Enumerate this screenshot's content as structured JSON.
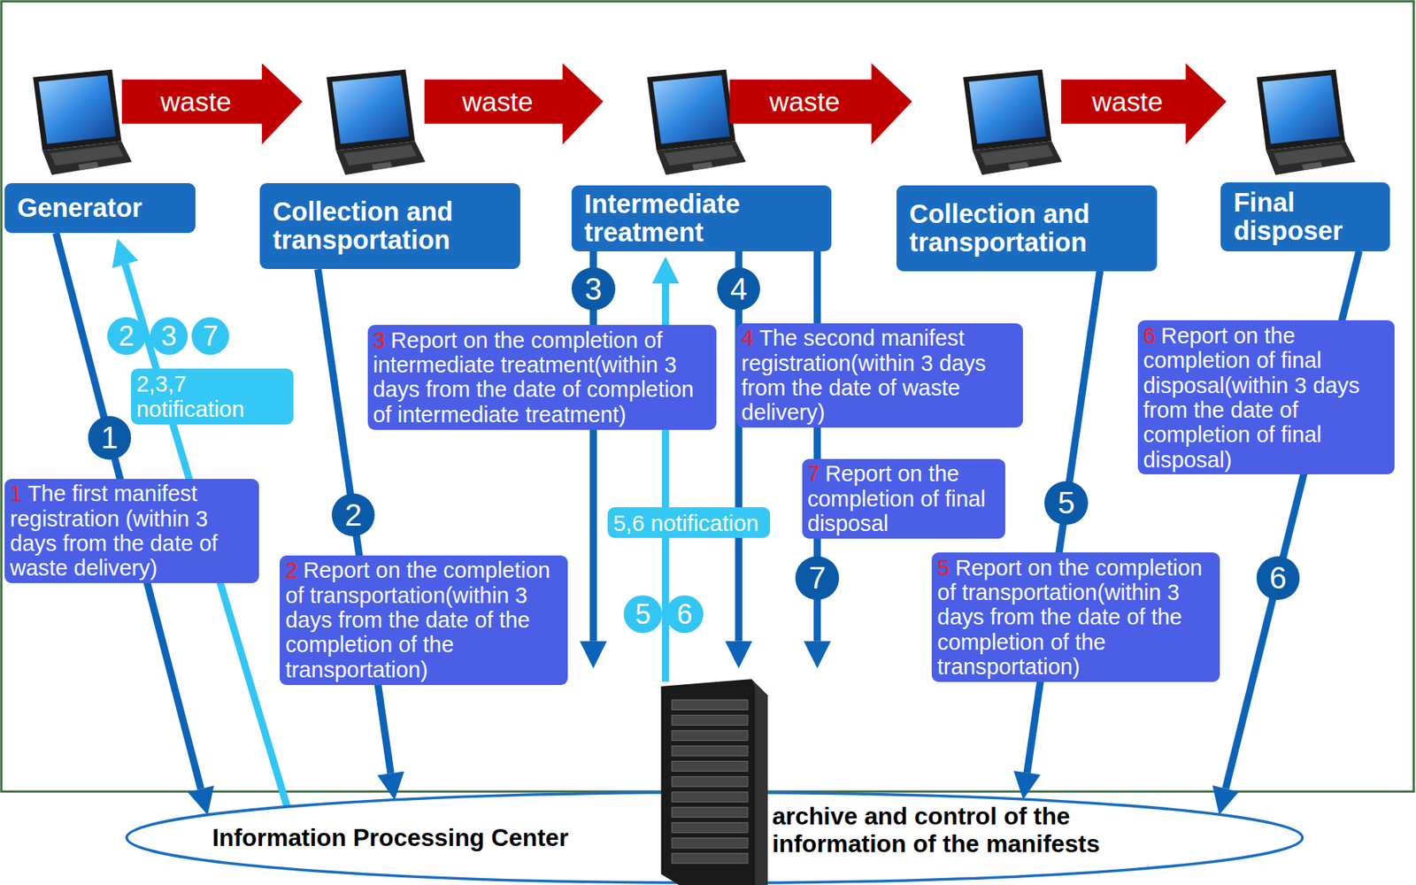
{
  "diagram": {
    "nodes": [
      {
        "text": [
          "Generator"
        ]
      },
      {
        "text": [
          "Collection and transportation"
        ]
      },
      {
        "text": [
          "Intermediate treatment"
        ]
      },
      {
        "text": [
          "Collection and transportation"
        ]
      },
      {
        "text": [
          "Final disposer"
        ]
      },
      {
        "text": [
          "1",
          "The first manifest registration (within 3 days from the date of waste delivery)"
        ]
      },
      {
        "text": [
          "2,3,7 notification"
        ]
      },
      {
        "text": [
          "2",
          "Report on the completion of transportation(within 3 days from the date of the completion of the transportation)"
        ]
      },
      {
        "text": [
          "3",
          "Report on the completion of intermediate treatment(within 3 days from the date of completion of intermediate treatment)"
        ]
      },
      {
        "text": [
          "5,6 notification"
        ]
      },
      {
        "text": [
          "4",
          "The second manifest registration(within 3 days from the date of waste delivery)"
        ]
      },
      {
        "text": [
          "7",
          "Report on the completion of final disposal"
        ]
      },
      {
        "text": [
          "5",
          "Report on the completion of transportation(within 3 days from the date of the completion of the transportation)"
        ]
      },
      {
        "text": [
          "6",
          "Report on the completion of final disposal(within 3 days from the date of completion of final disposal)"
        ]
      },
      {
        "text": [
          "Information Processing Center",
          "archive and control of the information of the manifests"
        ]
      }
    ],
    "edges": [
      {
        "from": 0,
        "to": 1,
        "label": "waste",
        "arrow": "to"
      },
      {
        "from": 1,
        "to": 2,
        "label": "waste",
        "arrow": "to"
      },
      {
        "from": 2,
        "to": 3,
        "label": "waste",
        "arrow": "to"
      },
      {
        "from": 3,
        "to": 4,
        "label": "waste",
        "arrow": "to"
      },
      {
        "from": 0,
        "to": 14,
        "label": "1",
        "arrow": "to"
      },
      {
        "from": 1,
        "to": 14,
        "label": "2",
        "arrow": "to"
      },
      {
        "from": 2,
        "to": 14,
        "label": "3",
        "arrow": "to"
      },
      {
        "from": 2,
        "to": 14,
        "label": "4",
        "arrow": "to"
      },
      {
        "from": 2,
        "to": 14,
        "label": "7",
        "arrow": "to"
      },
      {
        "from": 3,
        "to": 14,
        "label": "5",
        "arrow": "to"
      },
      {
        "from": 4,
        "to": 14,
        "label": "6",
        "arrow": "to"
      },
      {
        "from": 14,
        "to": 0,
        "arrow": "to"
      },
      {
        "from": 14,
        "to": 2,
        "arrow": "to"
      }
    ],
    "labels": [
      "2",
      "3",
      "7",
      "5",
      "6"
    ]
  }
}
